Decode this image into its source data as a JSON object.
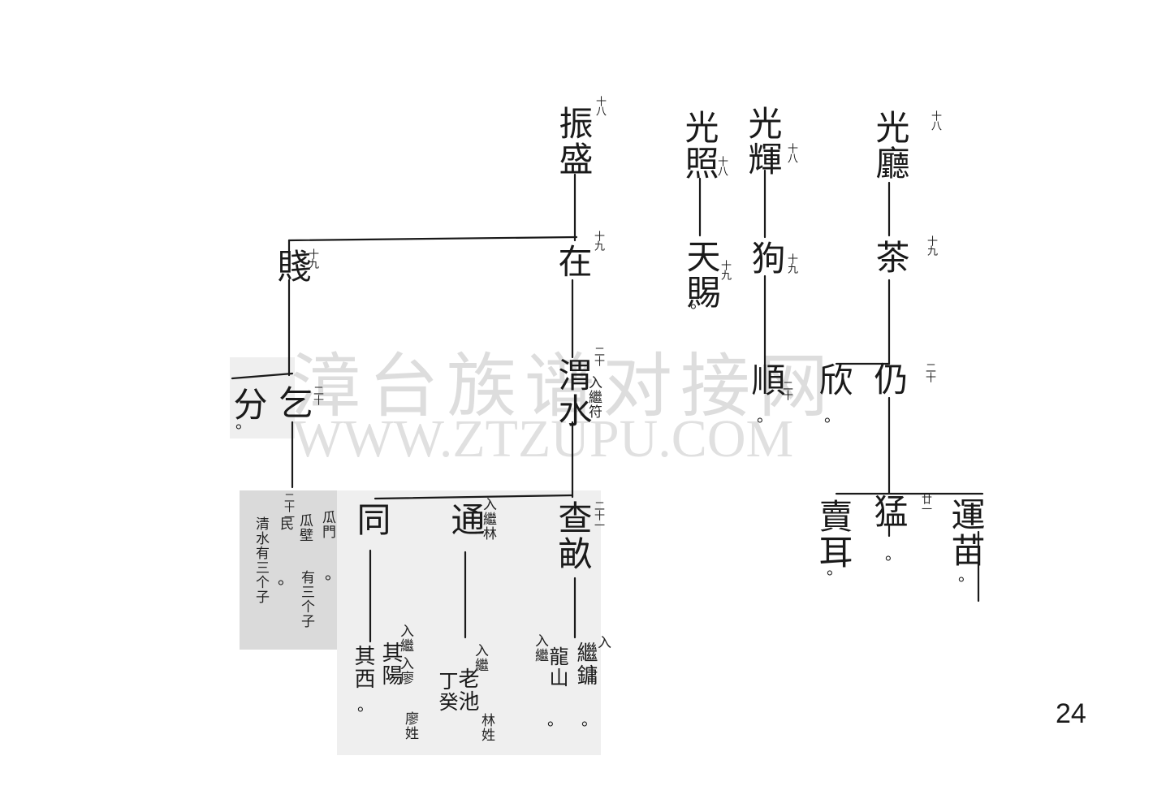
{
  "watermark": {
    "chinese": "漳台族谱对接网",
    "url": "WWW.ZTZUPU.COM"
  },
  "page_number": "24",
  "dot": "。",
  "names": {
    "guangting": "光廳",
    "cha": "茶",
    "reng": "仍",
    "meng": "猛",
    "lianmiao": "運苗",
    "guanghui": "光輝",
    "gou": "狗",
    "shun": "順",
    "xin": "欣",
    "shier": "賣耳",
    "guangzhao": "光照",
    "tianci": "天賜",
    "zhensheng": "振盛",
    "zai": "在",
    "weishui": "渭水",
    "zhamu": "查畝",
    "tong": "通",
    "tong2": "同",
    "jian": "賤",
    "yi": "乞",
    "fen": "分"
  },
  "generations": {
    "g16a": "十八",
    "g19a": "十九",
    "g20a": "二十",
    "g21a": "廿一",
    "g16b": "十八",
    "g19b": "十九",
    "g20b": "二十",
    "g16c": "十八",
    "g19c": "十九",
    "g18d": "十八",
    "g19d": "十九",
    "g20d": "二十",
    "g21d": "二十一",
    "g19e": "十九",
    "g20e": "二十",
    "g21e": "二十一"
  },
  "notes": {
    "weishui_adopt": "入繼符",
    "tong_adopt": "入繼林",
    "zhamu_son1": "繼鏞",
    "zhamu_son1_mark": "入",
    "zhamu_son2": "龍山",
    "zhamu_son2_mark": "入繼",
    "tong_son1": "老池",
    "tong_son1_mark": "入繼",
    "tong_son1_surname": "林姓",
    "tong_son2": "丁癸",
    "tong2_son1": "其陽",
    "tong2_son1_mark": "入繼",
    "tong2_son1_surname": "廖姓",
    "tong2_son1_extra": "入廖",
    "tong2_son2": "其西",
    "left_a": "瓜門",
    "left_b": "瓜壁",
    "left_b_extra": "有三个子",
    "left_c": "民",
    "left_d": "清水有三个子"
  }
}
